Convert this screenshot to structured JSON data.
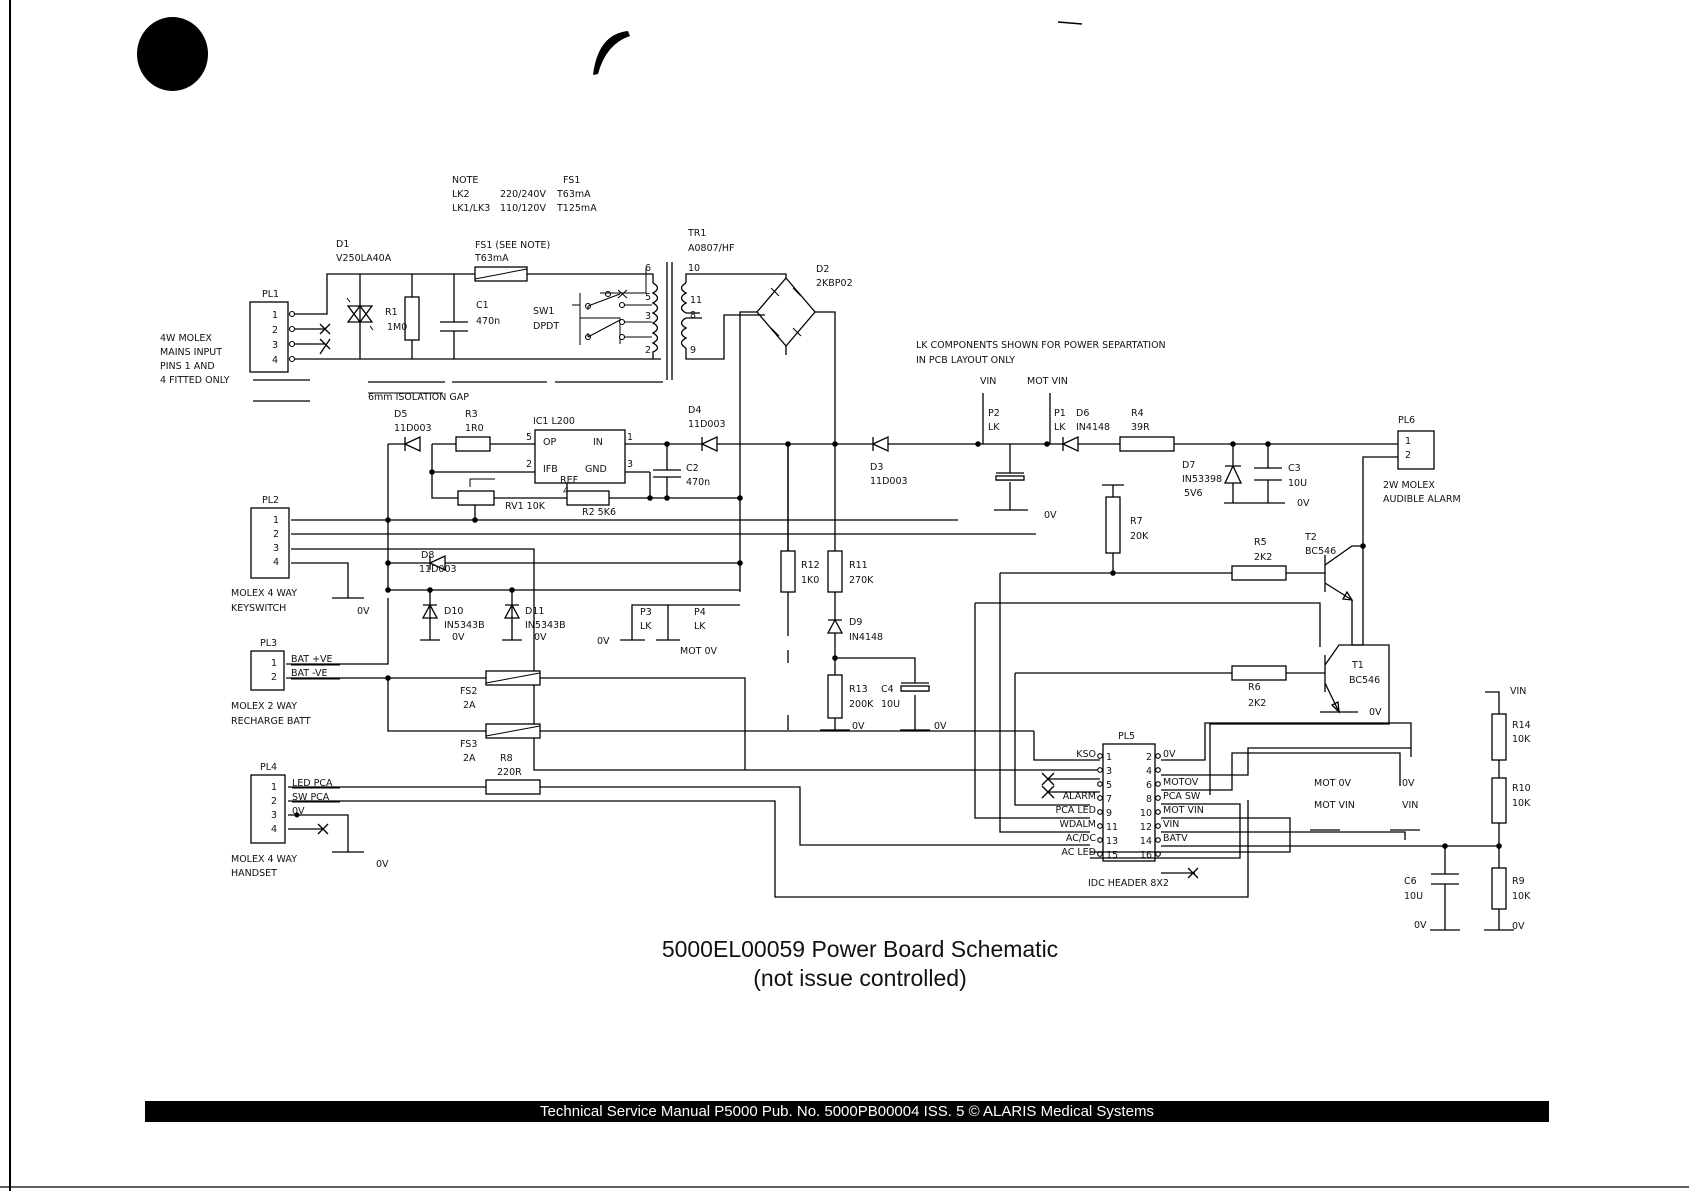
{
  "caption": {
    "title": "5000EL00059 Power Board Schematic",
    "subtitle": "(not issue controlled)"
  },
  "footer": {
    "text": "Technical Service Manual P5000 Pub. No. 5000PB00004 ISS. 5 © ALARIS Medical Systems"
  },
  "notes": {
    "title": "NOTE",
    "fs1_heading": "FS1",
    "rows": [
      {
        "link": "LK2",
        "voltage": "220/240V",
        "fuse": "T63mA"
      },
      {
        "link": "LK1/LK3",
        "voltage": "110/120V",
        "fuse": "T125mA"
      }
    ],
    "isolation_gap": "6mm ISOLATION GAP",
    "lk_note": [
      "LK COMPONENTS SHOWN FOR POWER SEPARTATION",
      "IN PCB LAYOUT ONLY"
    ]
  },
  "labels": {
    "ov": "0V",
    "vin": "VIN",
    "mot_vin": "MOT VIN",
    "mot_ov": "MOT 0V"
  },
  "connectors": {
    "pl1": {
      "ref": "PL1",
      "pins": [
        "1",
        "2",
        "3",
        "4"
      ],
      "desc": [
        "4W MOLEX",
        "MAINS INPUT",
        "PINS 1 AND",
        "4 FITTED ONLY"
      ]
    },
    "pl2": {
      "ref": "PL2",
      "pins": [
        "1",
        "2",
        "3",
        "4"
      ],
      "desc": [
        "MOLEX 4 WAY",
        "KEYSWITCH"
      ]
    },
    "pl3": {
      "ref": "PL3",
      "pins": [
        "1",
        "2"
      ],
      "signals": [
        "BAT +VE",
        "BAT -VE"
      ],
      "desc": [
        "MOLEX 2 WAY",
        "RECHARGE BATT"
      ]
    },
    "pl4": {
      "ref": "PL4",
      "pins": [
        "1",
        "2",
        "3",
        "4"
      ],
      "signals": [
        "LED PCA",
        "SW PCA",
        "0V"
      ],
      "desc": [
        "MOLEX 4 WAY",
        "HANDSET"
      ]
    },
    "pl5": {
      "ref": "PL5",
      "desc": "IDC HEADER 8X2",
      "left": [
        {
          "pin": "1",
          "signal": "KSO"
        },
        {
          "pin": "3",
          "signal": ""
        },
        {
          "pin": "5",
          "signal": ""
        },
        {
          "pin": "7",
          "signal": "ALARM"
        },
        {
          "pin": "9",
          "signal": "PCA LED"
        },
        {
          "pin": "11",
          "signal": "WDALM"
        },
        {
          "pin": "13",
          "signal": "AC/DC"
        },
        {
          "pin": "15",
          "signal": "AC LED"
        }
      ],
      "right": [
        {
          "pin": "2",
          "signal": "0V"
        },
        {
          "pin": "4",
          "signal": ""
        },
        {
          "pin": "6",
          "signal": "MOTOV"
        },
        {
          "pin": "8",
          "signal": "PCA SW"
        },
        {
          "pin": "10",
          "signal": "MOT VIN"
        },
        {
          "pin": "12",
          "signal": "VIN"
        },
        {
          "pin": "14",
          "signal": "BATV"
        },
        {
          "pin": "16",
          "signal": ""
        }
      ]
    },
    "pl6": {
      "ref": "PL6",
      "pins": [
        "1",
        "2"
      ],
      "desc": [
        "2W MOLEX",
        "AUDIBLE ALARM"
      ]
    }
  },
  "components": {
    "d1": {
      "ref": "D1",
      "value": "V250LA40A"
    },
    "r1": {
      "ref": "R1",
      "value": "1M0"
    },
    "c1": {
      "ref": "C1",
      "value": "470n"
    },
    "fs1": {
      "ref": "FS1 (SEE NOTE)",
      "value": "T63mA"
    },
    "sw1": {
      "ref": "SW1",
      "value": "DPDT"
    },
    "tr1": {
      "ref": "TR1",
      "value": "A0807/HF",
      "pins": [
        "6",
        "5",
        "3",
        "2",
        "10",
        "11",
        "8",
        "9"
      ]
    },
    "d2": {
      "ref": "D2",
      "value": "2KBP02"
    },
    "ic1": {
      "ref": "IC1 L200",
      "pins": [
        "5",
        "1",
        "2",
        "3",
        "4"
      ],
      "pin_labels": [
        "OP",
        "IN",
        "IFB",
        "GND",
        "REF"
      ]
    },
    "d5": {
      "ref": "D5",
      "value": "11D003"
    },
    "r3": {
      "ref": "R3",
      "value": "1R0"
    },
    "rv1": {
      "label": "RV1 10K"
    },
    "r2": {
      "label": "R2 5K6"
    },
    "d4": {
      "ref": "D4",
      "value": "11D003"
    },
    "c2": {
      "ref": "C2",
      "value": "470n"
    },
    "d3": {
      "ref": "D3",
      "value": "11D003"
    },
    "d8": {
      "ref": "D8",
      "value": "11D003"
    },
    "d10": {
      "ref": "D10",
      "value": "IN5343B"
    },
    "d11": {
      "ref": "D11",
      "value": "IN5343B"
    },
    "p3": {
      "ref": "P3",
      "value": "LK"
    },
    "p4": {
      "ref": "P4",
      "value": "LK"
    },
    "fs2": {
      "ref": "FS2",
      "value": "2A"
    },
    "fs3": {
      "ref": "FS3",
      "value": "2A"
    },
    "r8": {
      "ref": "R8",
      "value": "220R"
    },
    "r12": {
      "ref": "R12",
      "value": "1K0"
    },
    "r11": {
      "ref": "R11",
      "value": "270K"
    },
    "d9": {
      "ref": "D9",
      "value": "IN4148"
    },
    "r13": {
      "ref": "R13",
      "value": "200K"
    },
    "c4": {
      "ref": "C4",
      "value": "10U"
    },
    "p2": {
      "ref": "P2",
      "value": "LK"
    },
    "p1": {
      "ref": "P1",
      "value": "LK"
    },
    "d6": {
      "ref": "D6",
      "value": "IN4148"
    },
    "r4": {
      "ref": "R4",
      "value": "39R"
    },
    "d7": {
      "ref": "D7",
      "value": "IN53398",
      "voltage": "5V6"
    },
    "c3": {
      "ref": "C3",
      "value": "10U"
    },
    "r7": {
      "ref": "R7",
      "value": "20K"
    },
    "r5": {
      "ref": "R5",
      "value": "2K2"
    },
    "t2": {
      "ref": "T2",
      "value": "BC546"
    },
    "r6": {
      "ref": "R6",
      "value": "2K2"
    },
    "t1": {
      "ref": "T1",
      "value": "BC546"
    },
    "r14": {
      "ref": "R14",
      "value": "10K"
    },
    "r10": {
      "ref": "R10",
      "value": "10K"
    },
    "r9": {
      "ref": "R9",
      "value": "10K"
    },
    "c6": {
      "ref": "C6",
      "value": "10U"
    }
  }
}
